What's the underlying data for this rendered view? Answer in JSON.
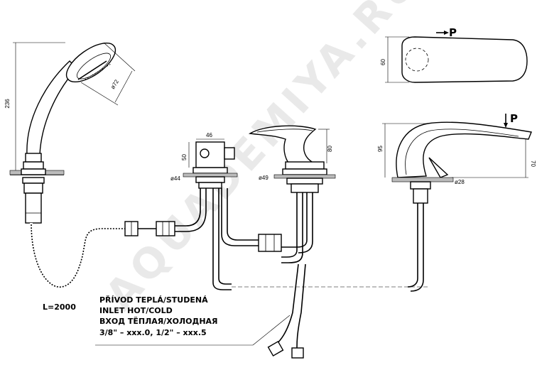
{
  "watermark": "AQUADEMIYA.RU",
  "labels": {
    "hose_length": "L=2000",
    "p_mark": "P"
  },
  "dims": {
    "h236": "236",
    "d72": "ø72",
    "w46": "46",
    "h50": "50",
    "d44": "ø44",
    "h80": "80",
    "d49": "ø49",
    "h95": "95",
    "h70": "70",
    "d28": "ø28",
    "w60": "60"
  },
  "note": {
    "line1": "PŘÍVOD TEPLÁ/STUDENÁ",
    "line2": "INLET HOT/COLD",
    "line3": "ВХОД ТЁПЛАЯ/ХОЛОДНАЯ",
    "line4": "3/8\" – xxx.0, 1/2\" – xxx.5"
  }
}
